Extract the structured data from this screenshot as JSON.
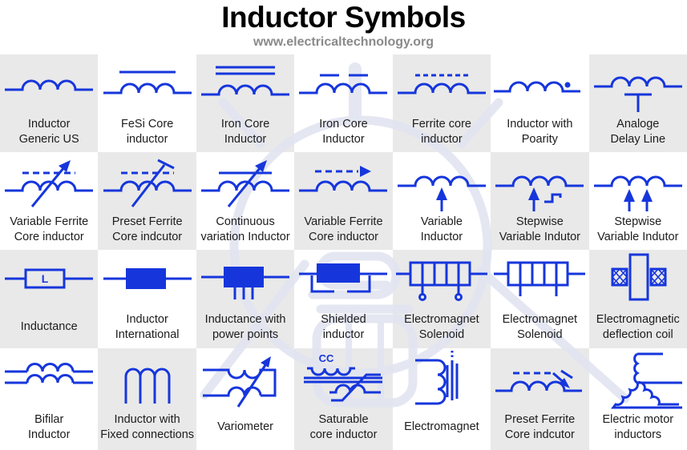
{
  "header": {
    "title": "Inductor Symbols",
    "subtitle": "www.electricaltechnology.org"
  },
  "colors": {
    "symbol_blue": "#1636dc",
    "cell_gray": "#e9e9e9",
    "cell_white": "#ffffff",
    "label_text": "#1c1c1c",
    "title_text": "#000000",
    "subtitle_gray": "#8a8a8a",
    "watermark": "#e2e5f1"
  },
  "grid": {
    "rows": 4,
    "cols": 7
  },
  "cells": [
    {
      "id": "inductor-generic-us",
      "symbol": "generic_us",
      "label": [
        "Inductor",
        "Generic US"
      ]
    },
    {
      "id": "fesi-core-inductor",
      "symbol": "fesi_core",
      "label": [
        "FeSi Core",
        "inductor"
      ]
    },
    {
      "id": "iron-core-inductor-1",
      "symbol": "iron_core1",
      "label": [
        "Iron Core",
        "Inductor"
      ]
    },
    {
      "id": "iron-core-inductor-2",
      "symbol": "iron_core2",
      "label": [
        "Iron Core",
        "Inductor"
      ]
    },
    {
      "id": "ferrite-core-inductor",
      "symbol": "ferrite_core",
      "label": [
        "Ferrite core",
        "inductor"
      ]
    },
    {
      "id": "inductor-with-poarity",
      "symbol": "polarity",
      "label": [
        "Inductor with",
        "Poarity"
      ]
    },
    {
      "id": "analoge-delay-line",
      "symbol": "delay_line",
      "label": [
        "Analoge",
        "Delay Line"
      ]
    },
    {
      "id": "variable-ferrite-core-inductor-1",
      "symbol": "var_ferrite1",
      "label": [
        "Variable Ferrite",
        "Core inductor"
      ]
    },
    {
      "id": "preset-ferrite-core-indcutor-1",
      "symbol": "preset_ferrite1",
      "label": [
        "Preset Ferrite",
        "Core indcutor"
      ]
    },
    {
      "id": "continuous-variation-inductor",
      "symbol": "continuous",
      "label": [
        "Continuous",
        "variation Inductor"
      ]
    },
    {
      "id": "variable-ferrite-core-inductor-2",
      "symbol": "var_ferrite2",
      "label": [
        "Variable Ferrite",
        "Core inductor"
      ]
    },
    {
      "id": "variable-inductor",
      "symbol": "variable",
      "label": [
        "Variable",
        "Inductor"
      ]
    },
    {
      "id": "stepwise-variable-indutor-1",
      "symbol": "stepwise1",
      "label": [
        "Stepwise",
        "Variable Indutor"
      ]
    },
    {
      "id": "stepwise-variable-indutor-2",
      "symbol": "stepwise2",
      "label": [
        "Stepwise",
        "Variable Indutor"
      ]
    },
    {
      "id": "inductance",
      "symbol": "inductance",
      "symbol_text": "L",
      "label": [
        "Inductance"
      ]
    },
    {
      "id": "inductor-international",
      "symbol": "international",
      "label": [
        "Inductor",
        "International"
      ]
    },
    {
      "id": "inductance-with-power-points",
      "symbol": "power_points",
      "label": [
        "Inductance with",
        "power points"
      ]
    },
    {
      "id": "shielded-inductor",
      "symbol": "shielded",
      "label": [
        "Shielded",
        "inductor"
      ]
    },
    {
      "id": "electromagnet-solenoid-1",
      "symbol": "solenoid1",
      "label": [
        "Electromagnet",
        "Solenoid"
      ]
    },
    {
      "id": "electromagnet-solenoid-2",
      "symbol": "solenoid2",
      "label": [
        "Electromagnet",
        "Solenoid"
      ]
    },
    {
      "id": "electromagnetic-deflection-coil",
      "symbol": "deflection",
      "label": [
        "Electromagnetic",
        "deflection coil"
      ]
    },
    {
      "id": "bifilar-inductor",
      "symbol": "bifilar",
      "label": [
        "Bifilar",
        "Inductor"
      ]
    },
    {
      "id": "inductor-with-fixed-connections",
      "symbol": "fixed_conn",
      "label": [
        "Inductor with",
        "Fixed connections"
      ]
    },
    {
      "id": "variometer",
      "symbol": "variometer",
      "label": [
        "Variometer"
      ]
    },
    {
      "id": "saturable-core-inductor",
      "symbol": "saturable",
      "symbol_text": "CC",
      "label": [
        "Saturable",
        "core inductor"
      ]
    },
    {
      "id": "electromagnet",
      "symbol": "electromagnet",
      "label": [
        "Electromagnet"
      ]
    },
    {
      "id": "preset-ferrite-core-indcutor-2",
      "symbol": "preset_ferrite2",
      "label": [
        "Preset Ferrite",
        "Core indcutor"
      ]
    },
    {
      "id": "electric-motor-inductors",
      "symbol": "motor",
      "label": [
        "Electric motor",
        "inductors"
      ]
    }
  ]
}
